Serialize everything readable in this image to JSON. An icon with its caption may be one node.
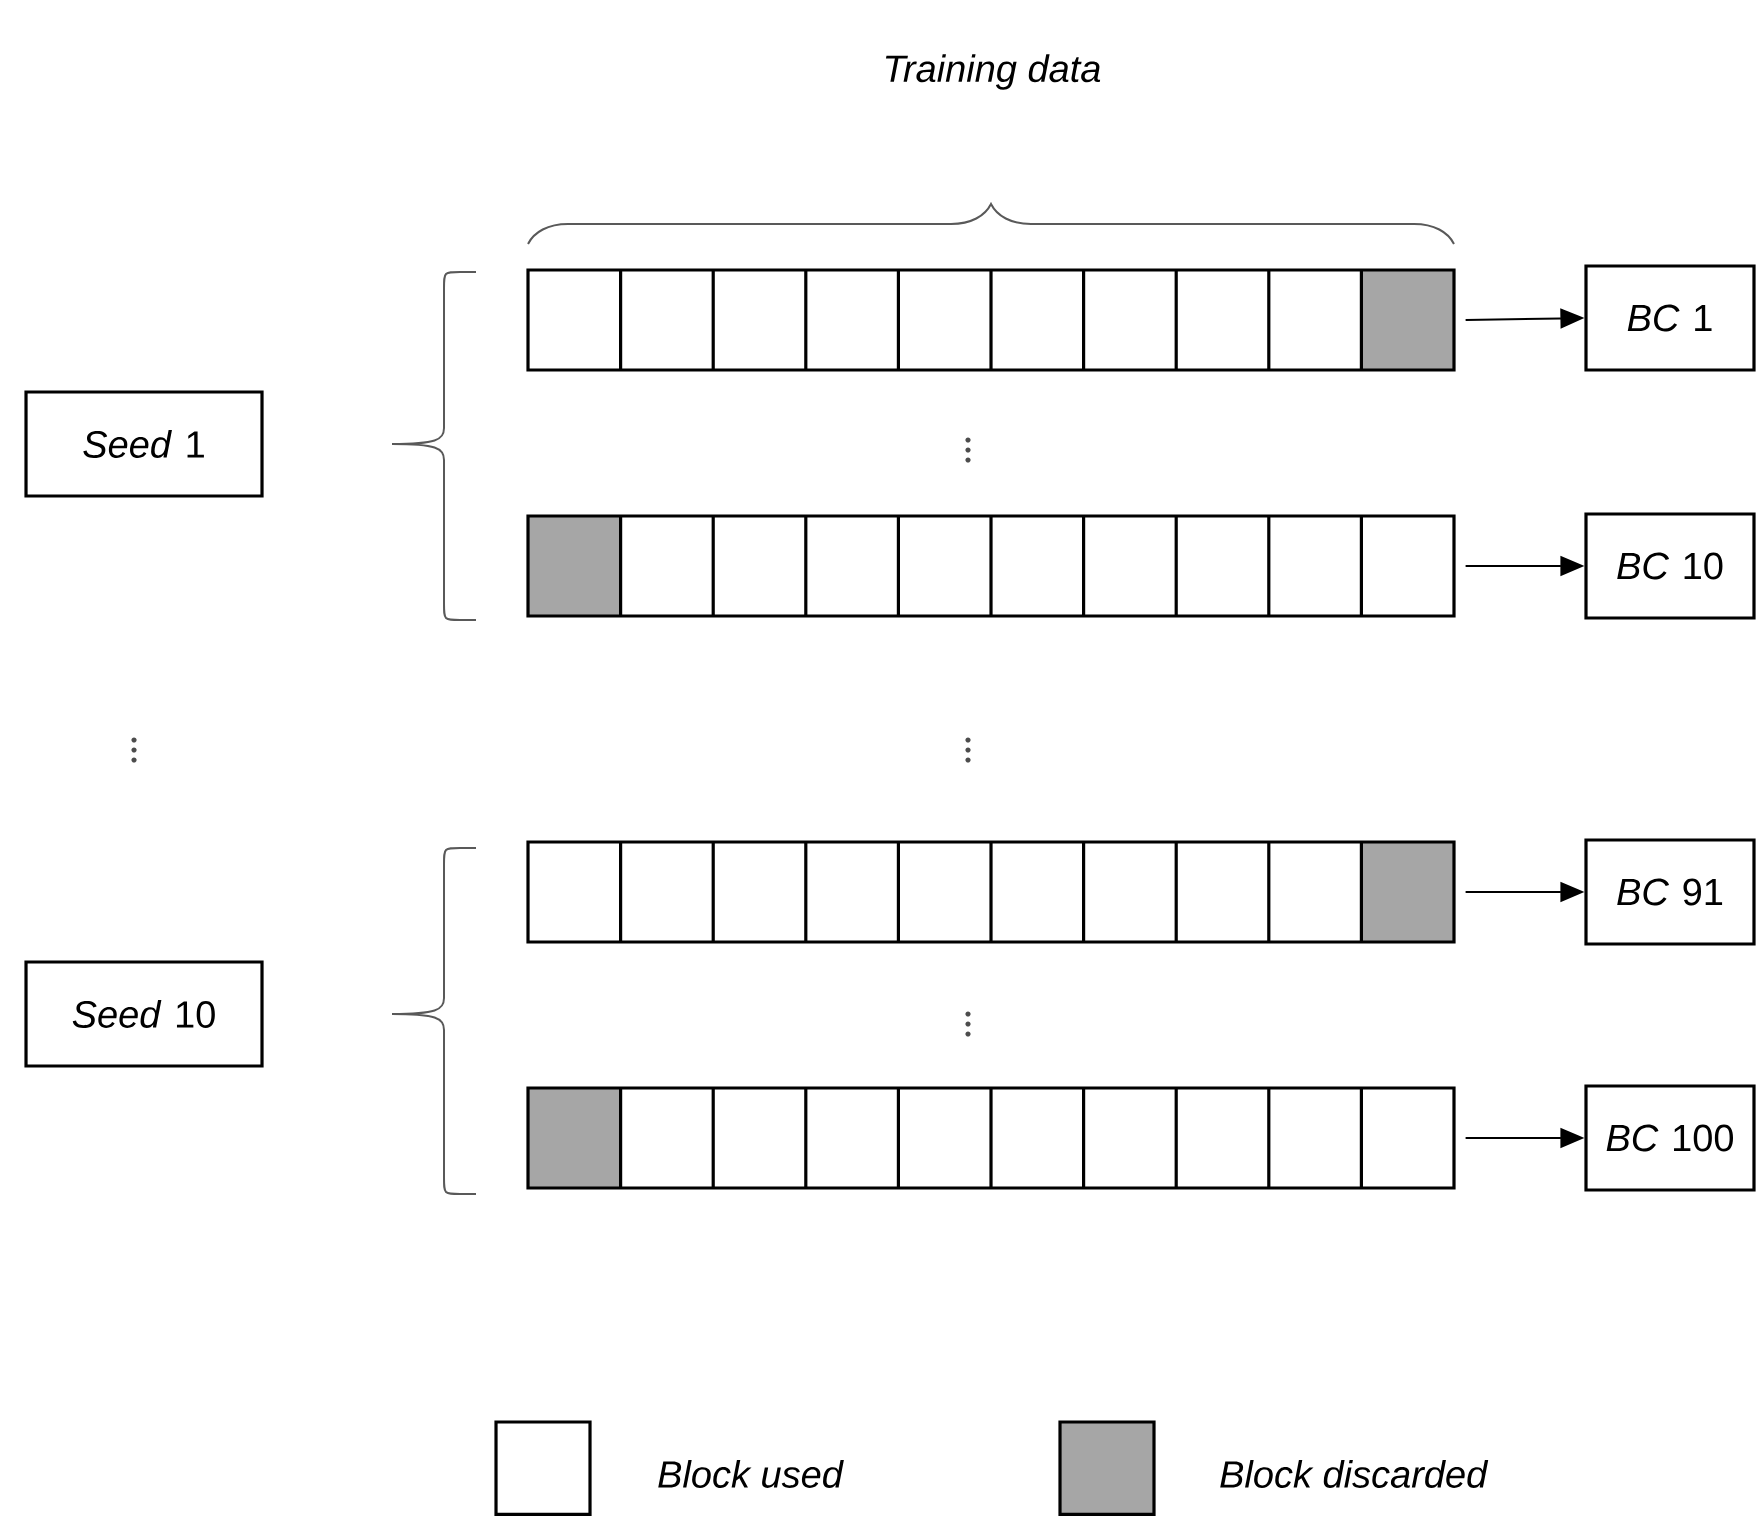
{
  "diagram": {
    "nodes": [
      {
        "text": [
          "*Seed* 1"
        ]
      },
      {
        "text": [
          "*Seed* 10"
        ]
      },
      {
        "text": [],
        "shape": "bar"
      },
      {
        "text": [],
        "shape": "bar"
      },
      {
        "text": [],
        "shape": "bar"
      },
      {
        "text": [],
        "shape": "bar"
      },
      {
        "text": [
          "*BC* 1"
        ]
      },
      {
        "text": [
          "*BC* 10"
        ]
      },
      {
        "text": [
          "*BC* 91"
        ]
      },
      {
        "text": [
          "*BC* 100"
        ]
      }
    ],
    "edges": [
      {
        "from": 2,
        "to": 6,
        "arrow": "to"
      },
      {
        "from": 3,
        "to": 7,
        "arrow": "to"
      },
      {
        "from": 4,
        "to": 8,
        "arrow": "to"
      },
      {
        "from": 5,
        "to": 9,
        "arrow": "to"
      }
    ],
    "labels": [
      "Training data"
    ],
    "legend": [
      {
        "text": "Block used"
      },
      {
        "text": "Block discarded",
        "color": "#a6a6a6"
      }
    ]
  }
}
